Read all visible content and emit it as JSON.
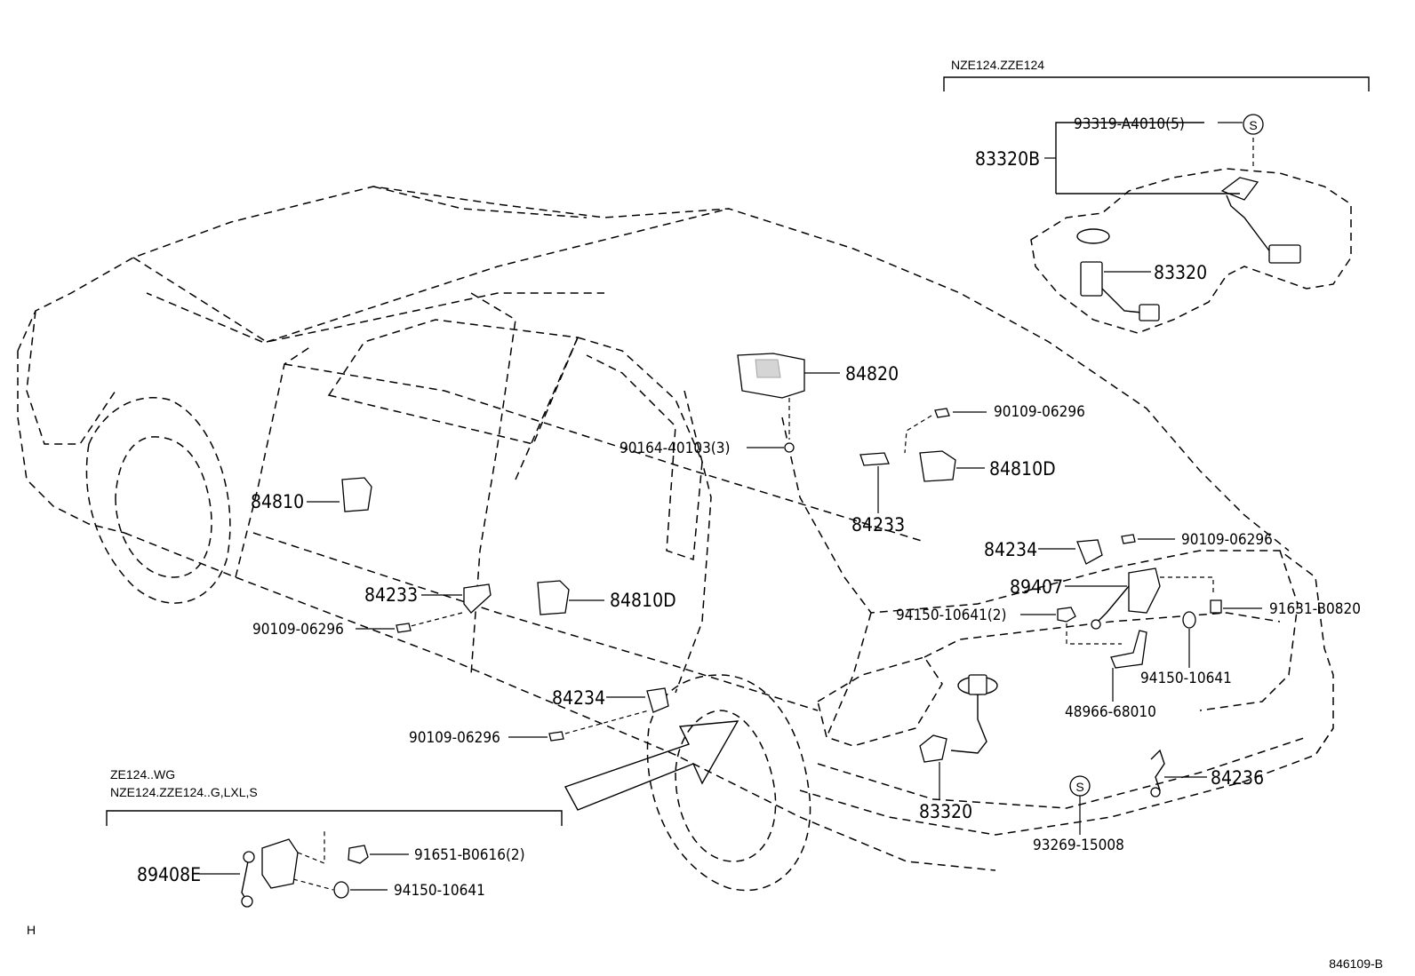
{
  "groups": {
    "top_right": "NZE124.ZZE124",
    "bottom_left_1": "ZE124..WG",
    "bottom_left_2": "NZE124.ZZE124..G,LXL,S"
  },
  "parts": {
    "p93319": "93319-A4010(5)",
    "p83320B": "83320B",
    "p83320_top": "83320",
    "p84820": "84820",
    "p90109_a": "90109-06296",
    "p90164": "90164-40103(3)",
    "p84810D_a": "84810D",
    "p84233_a": "84233",
    "p84810": "84810",
    "p84234_a": "84234",
    "p90109_b": "90109-06296",
    "p89407": "89407",
    "p94150_2": "94150-10641(2)",
    "p91631": "91631-B0820",
    "p94150_a": "94150-10641",
    "p48966": "48966-68010",
    "p84233_b": "84233",
    "p90109_c": "90109-06296",
    "p84810D_b": "84810D",
    "p84234_b": "84234",
    "p90109_d": "90109-06296",
    "p83320_bottom": "83320",
    "p84236": "84236",
    "p93269": "93269-15008",
    "p91651": "91651-B0616(2)",
    "p94150_b": "94150-10641",
    "p89408E": "89408E"
  },
  "symbols": {
    "s_top": "S",
    "s_bottom": "S"
  },
  "footer": {
    "left_mark": "H",
    "diagram_id": "846109-B"
  }
}
